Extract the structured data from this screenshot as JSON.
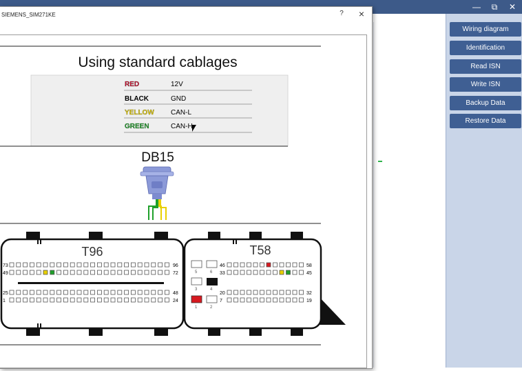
{
  "window": {
    "controls": [
      "—",
      "⧉",
      "✕"
    ]
  },
  "sidebar": {
    "buttons": [
      "Wiring diagram",
      "Identification",
      "Read  ISN",
      "Write  ISN",
      "Backup Data",
      "Restore Data"
    ]
  },
  "dialog": {
    "title": "SIEMENS_SIM271KE",
    "help": "?",
    "close": "×"
  },
  "diagram": {
    "heading": "Using  standard cablages",
    "wires": [
      {
        "color_name": "RED",
        "signal": "12V",
        "color": "#c8102e"
      },
      {
        "color_name": "BLACK",
        "signal": "GND",
        "color": "#000000"
      },
      {
        "color_name": "YELLOW",
        "signal": "CAN-L",
        "color": "#e8d000"
      },
      {
        "color_name": "GREEN",
        "signal": "CAN-H",
        "color": "#1fa02a"
      }
    ],
    "connector_label": "DB15",
    "t96": {
      "label": "T96",
      "row_labels": [
        "73",
        "96",
        "49",
        "72",
        "25",
        "48",
        "1",
        "24"
      ]
    },
    "t58": {
      "label": "T58",
      "row_labels": [
        "46",
        "58",
        "33",
        "45",
        "20",
        "32",
        "7",
        "19"
      ],
      "block_labels": [
        "5",
        "6",
        "3",
        "4",
        "1",
        "2"
      ]
    }
  }
}
